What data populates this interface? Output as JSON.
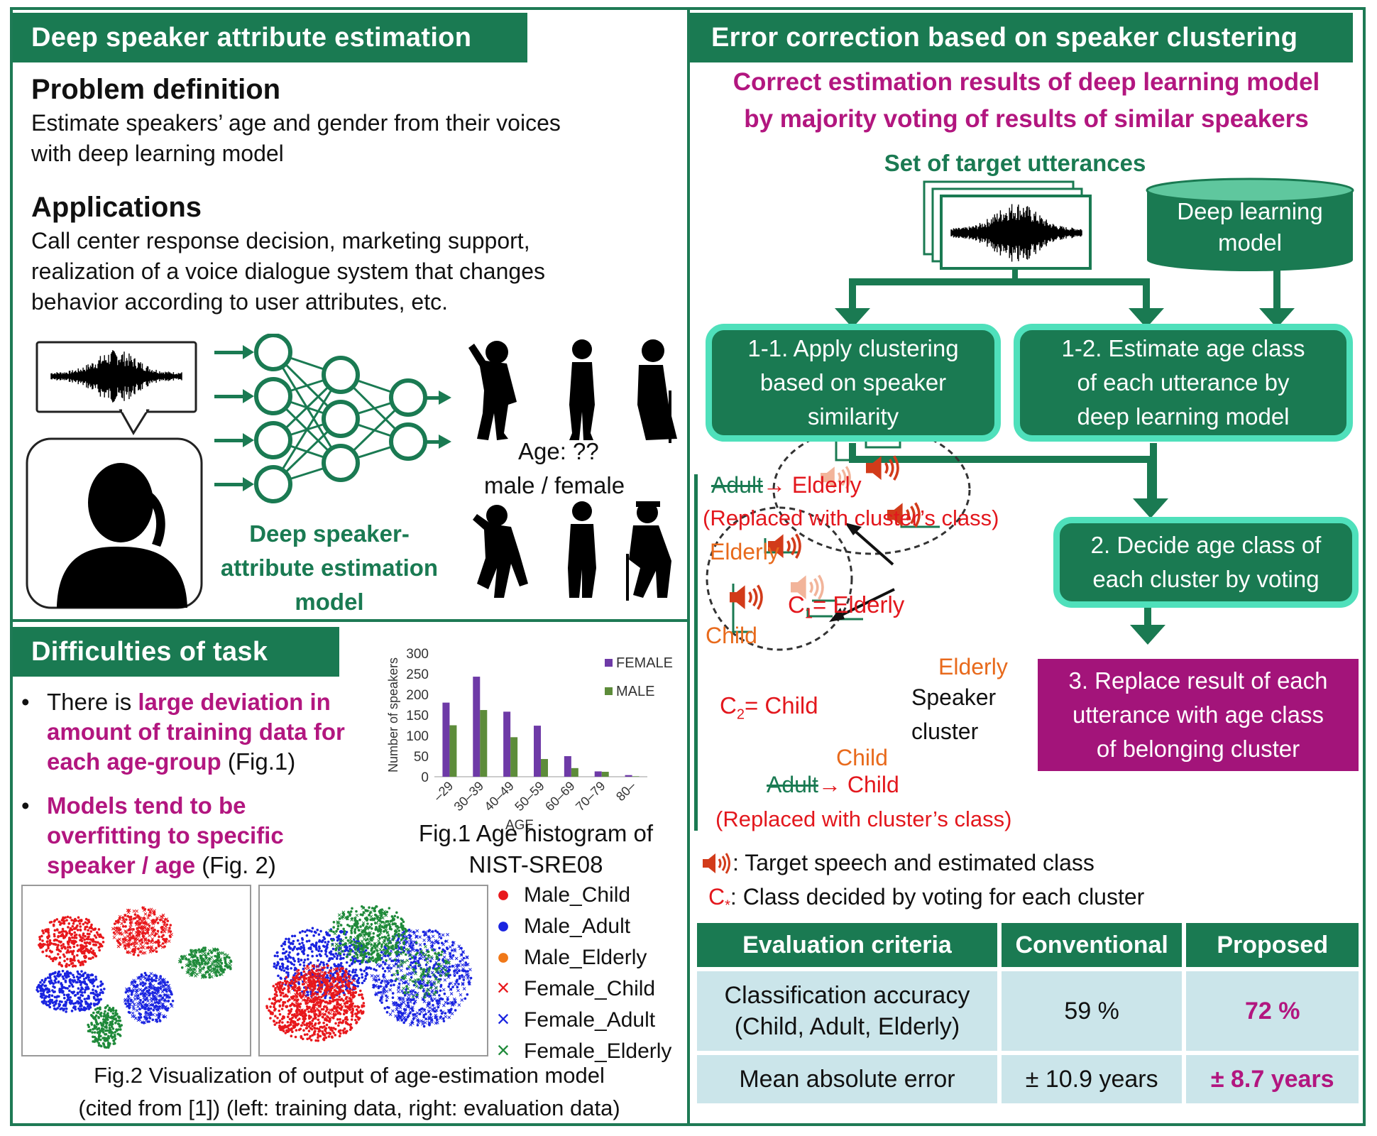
{
  "left": {
    "header": "Deep speaker attribute estimation",
    "problem_title": "Problem definition",
    "problem_text": [
      "Estimate speakers’ age and gender from their voices",
      "with deep learning model"
    ],
    "applications_title": "Applications",
    "applications_text": [
      "Call center response decision, marketing support,",
      "realization of a voice dialogue system that changes",
      "behavior according to user attributes, etc."
    ],
    "age_label": "Age: ??",
    "gender_label": "male / female",
    "model_label": [
      "Deep speaker-",
      "attribute estimation",
      "model"
    ]
  },
  "difficulties": {
    "header": "Difficulties of task",
    "bullet1": {
      "pre": "There is ",
      "hl": [
        "large deviation in",
        "amount of training data for",
        "each age-group"
      ],
      "post": " (Fig.1)"
    },
    "bullet2": {
      "hl": [
        "Models tend to be",
        "overfitting to specific",
        "speaker / age"
      ],
      "post": " (Fig. 2)"
    },
    "fig1_caption": [
      "Fig.1 Age histogram of",
      "NIST-SRE08"
    ],
    "fig2_caption": [
      "Fig.2 Visualization of output of age-estimation model",
      "(cited from [1]) (left: training data, right: evaluation data)"
    ],
    "fig2_legend": [
      {
        "marker": "●",
        "label": "Male_Child",
        "color": "#e8181c"
      },
      {
        "marker": "●",
        "label": "Male_Adult",
        "color": "#1a24e0"
      },
      {
        "marker": "●",
        "label": "Male_Elderly",
        "color": "#f07818"
      },
      {
        "marker": "×",
        "label": "Female_Child",
        "color": "#e8181c"
      },
      {
        "marker": "×",
        "label": "Female_Adult",
        "color": "#1a24e0"
      },
      {
        "marker": "×",
        "label": "Female_Elderly",
        "color": "#1f8a3a"
      }
    ]
  },
  "chart_data": {
    "type": "bar",
    "categories": [
      "–29",
      "30–39",
      "40–49",
      "50–59",
      "60–69",
      "70–79",
      "80–"
    ],
    "series": [
      {
        "name": "FEMALE",
        "values": [
          180,
          243,
          158,
          124,
          50,
          13,
          4
        ],
        "color": "#6e3aa7"
      },
      {
        "name": "MALE",
        "values": [
          125,
          162,
          96,
          43,
          21,
          12,
          1
        ],
        "color": "#5d8c3a"
      }
    ],
    "xlabel": "AGE",
    "ylabel": "Number of speakers",
    "ylim": [
      0,
      300
    ],
    "yticks": [
      "0",
      "50",
      "100",
      "150",
      "200",
      "250",
      "300"
    ],
    "legend": "top-right"
  },
  "right": {
    "header": "Error correction based on speaker clustering",
    "subtitle": [
      "Correct estimation results of deep learning model",
      "by majority voting of results of similar speakers"
    ],
    "utterances_label": "Set of target utterances",
    "db_label": [
      "Deep learning",
      "model"
    ],
    "step11": [
      "1-1. Apply clustering",
      "based on speaker",
      "similarity"
    ],
    "step12": [
      "1-2. Estimate age class",
      "of each utterance by",
      "deep learning model"
    ],
    "step2": [
      "2. Decide age class of",
      "each cluster by voting"
    ],
    "step3": [
      "3. Replace result of each",
      "utterance with age class",
      "of belonging cluster"
    ],
    "ex_adult": "Adult",
    "ex_elderly_to": "→ Elderly",
    "ex_replaced": "(Replaced with cluster’s class)",
    "lbl_elderly_a": "Elderly",
    "lbl_elderly_b": "Elderly",
    "lbl_child_a": "Child",
    "lbl_child_b": "Child",
    "c1_label": "= Elderly",
    "c1_sym": "C",
    "c1_sub": "1",
    "c2_label": "= Child",
    "c2_sym": "C",
    "c2_sub": "2",
    "speaker_cluster": [
      "Speaker",
      "cluster"
    ],
    "ex2_adult": "Adult",
    "ex2_child_to": "→ Child",
    "ex2_replaced": "(Replaced with cluster’s class)",
    "legend_speech": ": Target speech and estimated class",
    "legend_class_sym": "C",
    "legend_class_sub": "*",
    "legend_class": ": Class decided by voting for each cluster"
  },
  "evaluation": {
    "headers": [
      "Evaluation criteria",
      "Conventional",
      "Proposed"
    ],
    "rows": [
      {
        "criteria": [
          "Classification accuracy",
          "(Child, Adult, Elderly)"
        ],
        "conventional": "59 %",
        "proposed": "72 %"
      },
      {
        "criteria": [
          "Mean absolute error"
        ],
        "conventional": "± 10.9 years",
        "proposed": "± 8.7 years"
      }
    ]
  }
}
